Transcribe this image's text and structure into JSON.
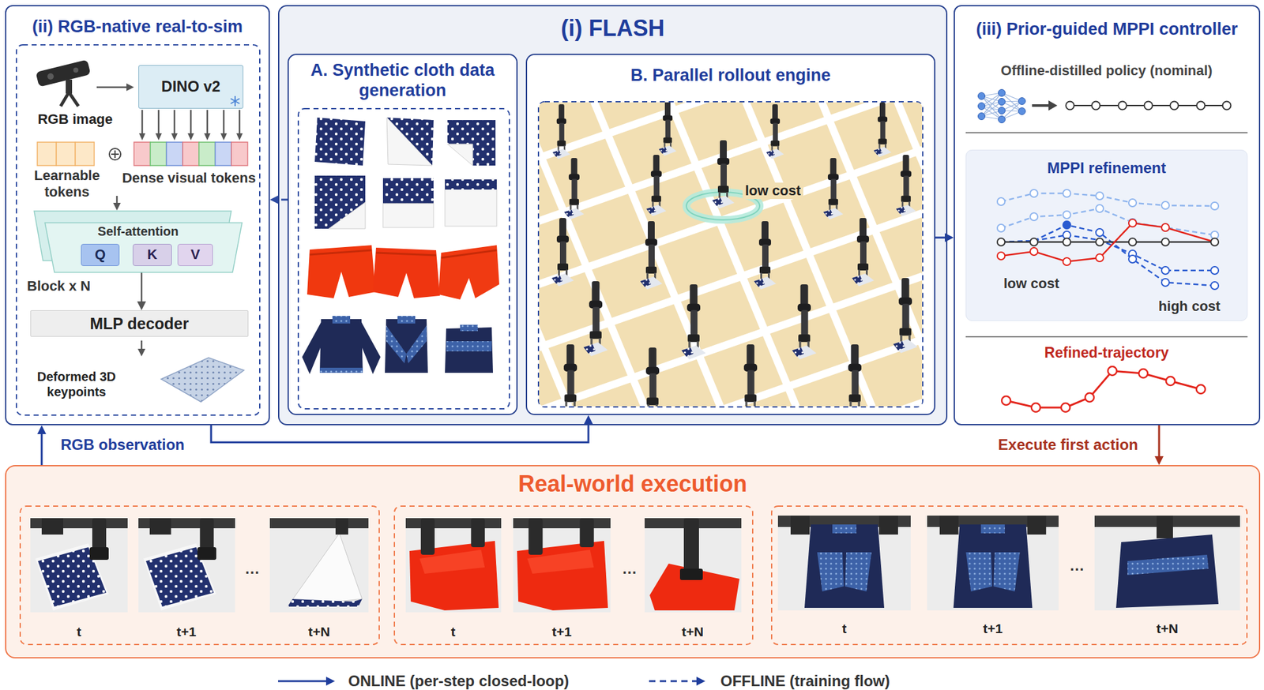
{
  "diagram": {
    "nodes": [
      {
        "text": [
          "(ii) RGB-native real-to-sim"
        ]
      },
      {
        "text": [
          "DINO v2"
        ],
        "in": 0
      },
      {
        "text": [
          "Self-attention"
        ],
        "in": 0
      },
      {
        "text": [
          "Q"
        ],
        "in": 2
      },
      {
        "text": [
          "K"
        ],
        "in": 2
      },
      {
        "text": [
          "V"
        ],
        "in": 2
      },
      {
        "text": [
          "MLP decoder"
        ],
        "in": 0
      },
      {
        "text": [
          "(i) FLASH"
        ]
      },
      {
        "text": [
          "A. Synthetic cloth data generation"
        ],
        "in": 7
      },
      {
        "text": [
          "B. Parallel rollout engine"
        ],
        "in": 7
      },
      {
        "text": [
          "(iii) Prior-guided MPPI controller"
        ]
      },
      {
        "text": [
          "MPPI refinement"
        ],
        "in": 10
      },
      {
        "text": [
          "Real-world execution"
        ]
      }
    ],
    "edges": [
      {
        "from": 8,
        "to": 0,
        "arrow": "to"
      },
      {
        "from": 0,
        "to": 9,
        "arrow": "to"
      },
      {
        "from": 9,
        "to": 10,
        "arrow": "to"
      },
      {
        "from": 10,
        "to": 12,
        "arrow": "to",
        "label": "Execute first action"
      },
      {
        "from": 12,
        "to": 0,
        "arrow": "to",
        "label": "RGB observation"
      },
      {
        "from": 2,
        "to": 6,
        "arrow": "to"
      }
    ],
    "labels": [
      "RGB image",
      "Learnable tokens",
      "Dense visual tokens",
      "Block x N",
      "Deformed 3D keypoints",
      "low cost",
      "Offline-distilled policy (nominal)",
      "low cost",
      "high cost",
      "Refined-trajectory",
      "t",
      "t+1",
      "…",
      "t+N",
      "t",
      "t+1",
      "…",
      "t+N",
      "t",
      "t+1",
      "…",
      "t+N"
    ],
    "legend": [
      {
        "text": "ONLINE (per-step closed-loop)"
      },
      {
        "text": "OFFLINE (training flow)"
      }
    ]
  }
}
